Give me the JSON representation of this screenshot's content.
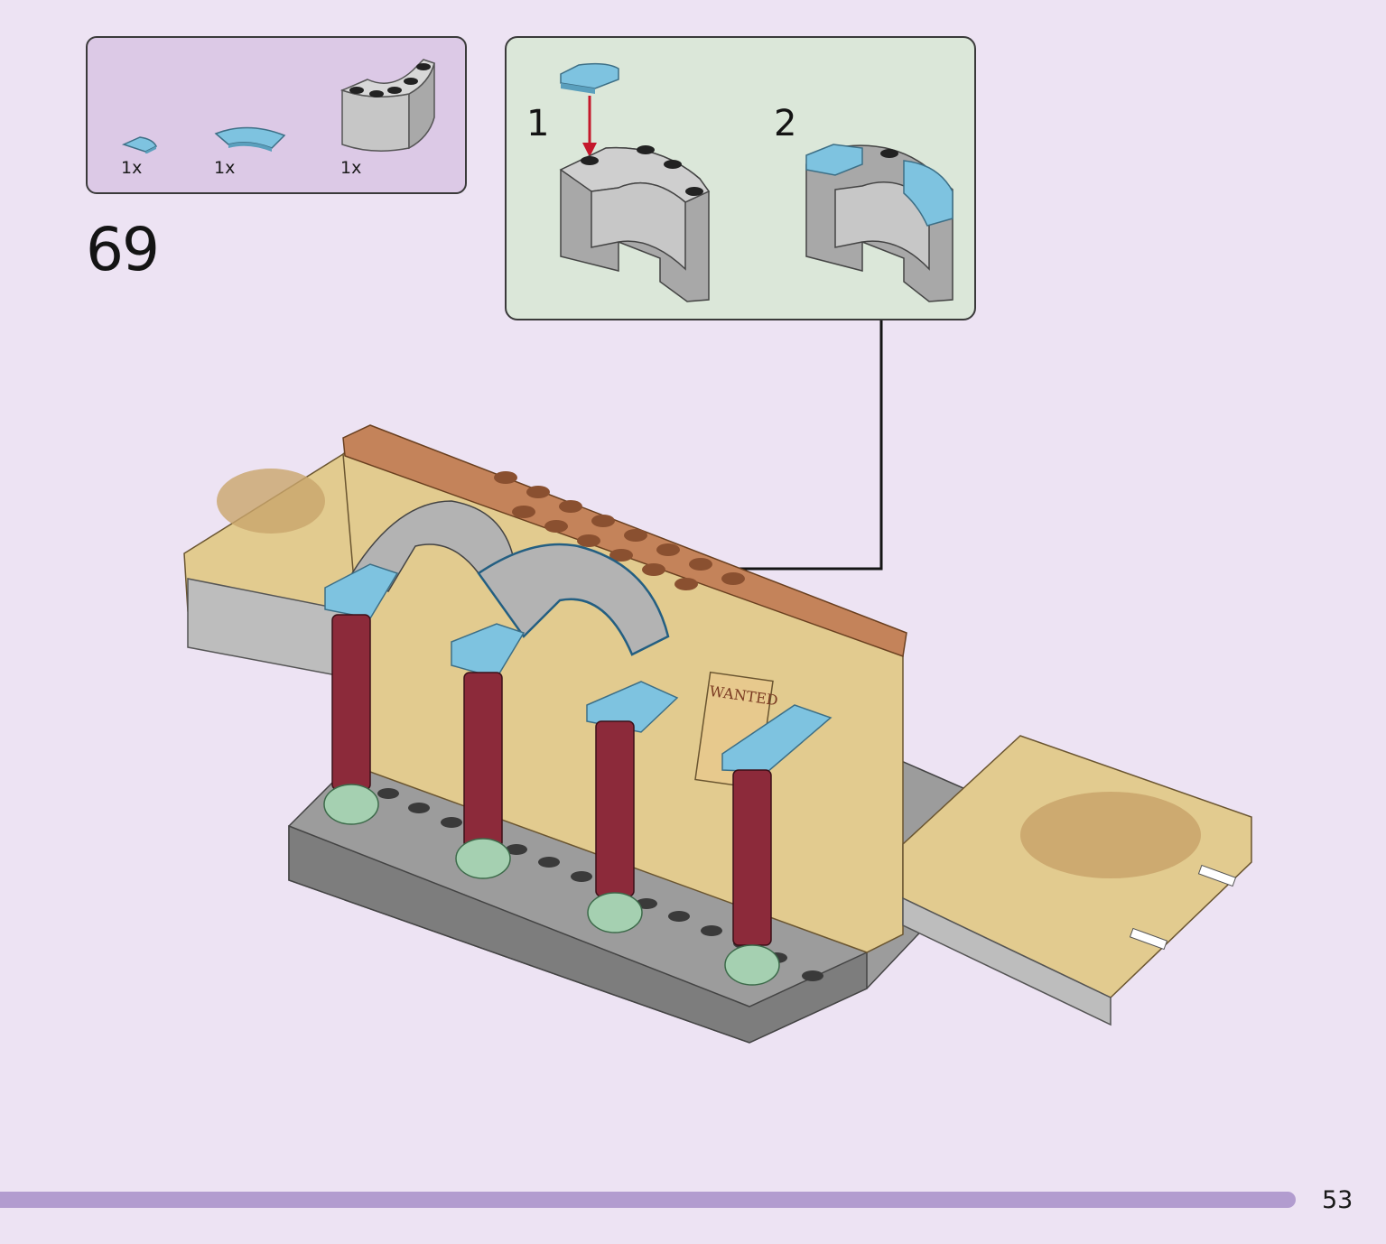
{
  "parts_list": {
    "items": [
      {
        "icon": "azure-quarter-round-tile-icon",
        "quantity": "1x"
      },
      {
        "icon": "azure-curved-tile-icon",
        "quantity": "1x"
      },
      {
        "icon": "grey-round-wall-panel-icon",
        "quantity": "1x"
      }
    ]
  },
  "step": {
    "number": "69"
  },
  "sub_steps": {
    "first": "1",
    "second": "2"
  },
  "model": {
    "poster_text": "WANTED"
  },
  "colors": {
    "parts_box": "#dcc9e6",
    "sub_box": "#dbe7d9",
    "page_bg": "#ede3f3",
    "azure": "#7ec3e0",
    "grey": "#b3b3b3",
    "tan": "#e2cb8f",
    "dark_red": "#8c2a3a",
    "footer_bar": "#b29ccf"
  },
  "footer": {
    "page_number": "53"
  }
}
